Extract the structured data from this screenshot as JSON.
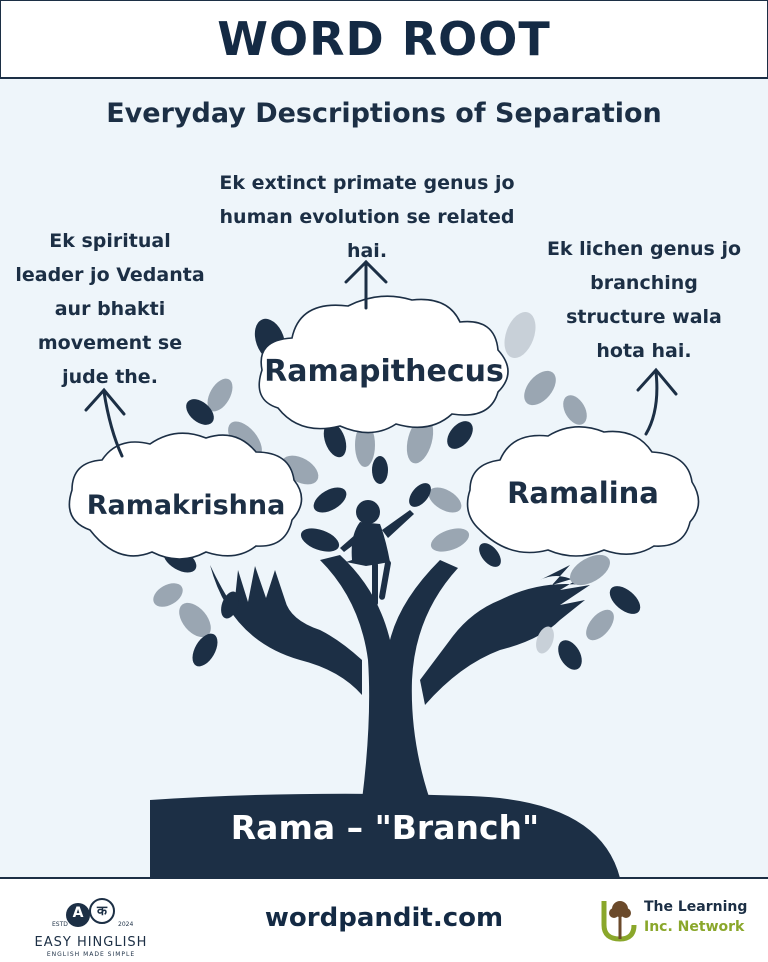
{
  "header": {
    "title": "WORD ROOT"
  },
  "subtitle": "Everyday Descriptions of Separation",
  "words": [
    {
      "word": "Ramakrishna",
      "description": [
        "Ek spiritual",
        "leader jo Vedanta",
        "aur bhakti",
        "movement se",
        "jude the."
      ]
    },
    {
      "word": "Ramapithecus",
      "description": [
        "Ek extinct primate genus jo",
        "human evolution se related",
        "hai."
      ]
    },
    {
      "word": "Ramalina",
      "description": [
        "Ek lichen genus jo",
        "branching",
        "structure wala",
        "hota hai."
      ]
    }
  ],
  "root": {
    "label": "Rama – \"Branch\""
  },
  "footer": {
    "site": "wordpandit.com",
    "left_brand": {
      "estd": "ESTD",
      "year": "2024",
      "name": "EASY HINGLISH",
      "tagline": "ENGLISH MADE SIMPLE",
      "badge_a": "A",
      "badge_b": "क"
    },
    "right_brand": {
      "line1": "The Learning",
      "line2": "Inc. Network"
    }
  },
  "colors": {
    "navy": "#1c2f45",
    "leaf_light": "#9aa6b2",
    "background": "#eef5fa",
    "green": "#8aa72b"
  }
}
